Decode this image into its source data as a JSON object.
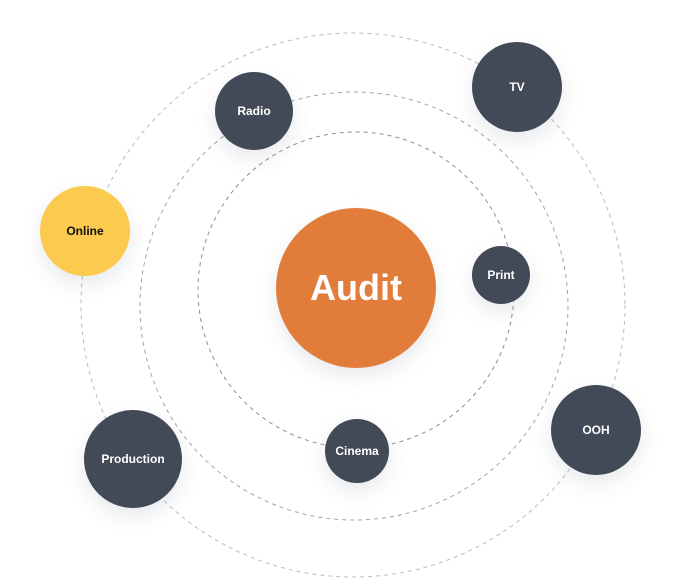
{
  "center": {
    "label": "Audit",
    "color": "#E27C3A"
  },
  "nodes": [
    {
      "label": "Radio",
      "color": "#424957"
    },
    {
      "label": "TV",
      "color": "#424957"
    },
    {
      "label": "Online",
      "color": "#FBCA4F"
    },
    {
      "label": "Print",
      "color": "#424957"
    },
    {
      "label": "OOH",
      "color": "#424957"
    },
    {
      "label": "Production",
      "color": "#424957"
    },
    {
      "label": "Cinema",
      "color": "#424957"
    }
  ]
}
